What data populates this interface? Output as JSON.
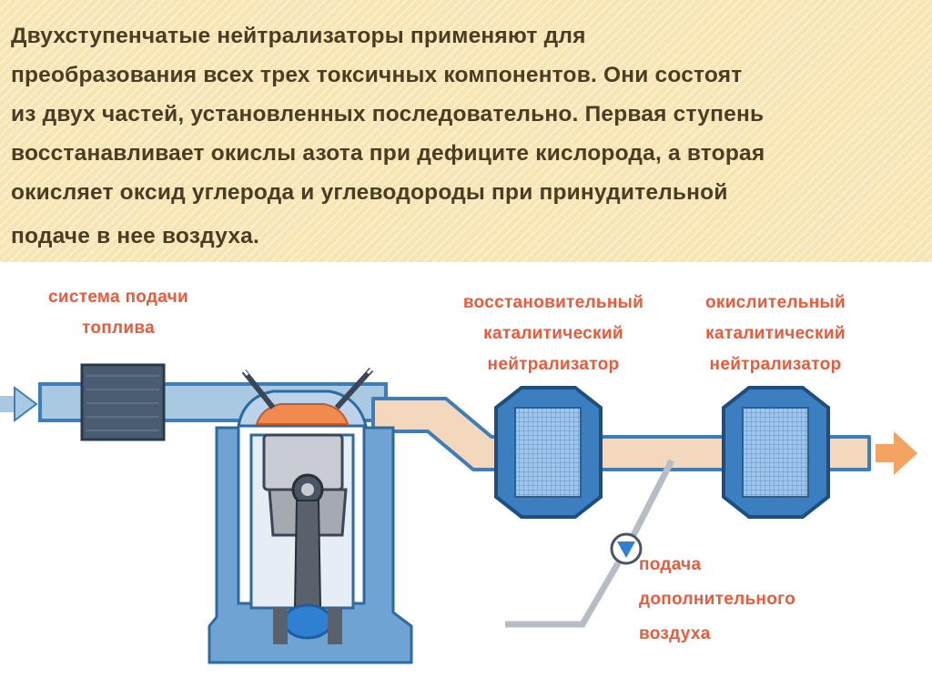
{
  "slide": {
    "text_lines": [
      "Двухступенчатые нейтрализаторы применяют для",
      "преобразования всех трех токсичных компонентов. Они состоят",
      "из двух частей, установленных последовательно. Первая ступень",
      "восстанавливает окислы азота при дефиците кислорода, а вторая",
      "окисляет оксид углерода и углеводороды при принудительной",
      "подаче в нее воздуха."
    ]
  },
  "diagram": {
    "fuel_label": [
      "система подачи",
      "топлива"
    ],
    "reduction_label": [
      "восстановительный",
      "каталитический",
      "нейтрализатор"
    ],
    "oxidation_label": [
      "окислительный",
      "каталитический",
      "нейтрализатор"
    ],
    "air_label": [
      "подача",
      "дополнительного",
      "воздуха"
    ],
    "colors": {
      "pipe_outline": "#3d7db8",
      "intake_fill": "#a9c9e3",
      "exhaust_fill": "#f3d8bd",
      "combustion": "#f08a4e",
      "converter": "#2f6fa8",
      "label": "#ea5a3b",
      "arrow_out": "#f4a460"
    }
  }
}
